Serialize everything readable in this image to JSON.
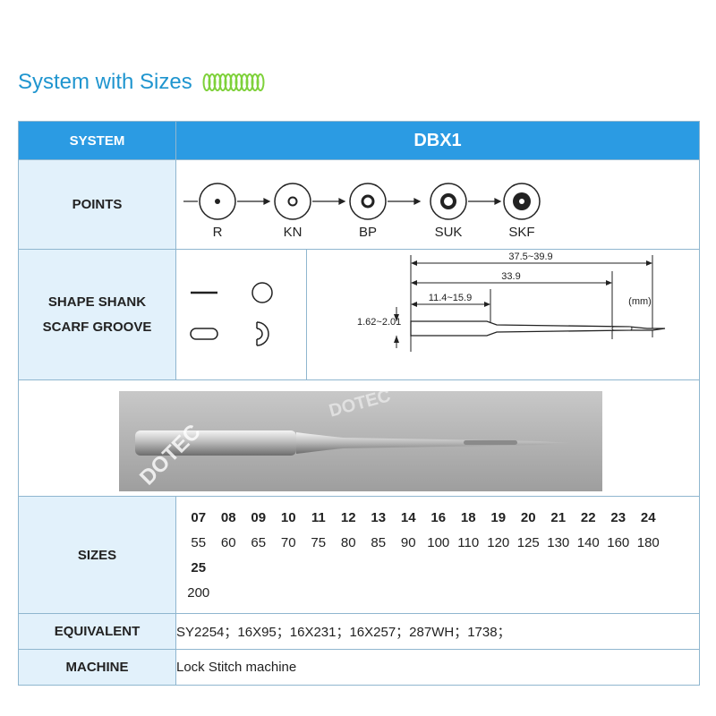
{
  "heading": "System with Sizes",
  "table": {
    "system_label": "SYSTEM",
    "system_value": "DBX1",
    "points_label": "POINTS",
    "points": [
      "R",
      "KN",
      "BP",
      "SUK",
      "SKF"
    ],
    "shape_label_1": "SHAPE SHANK",
    "shape_label_2": "SCARF GROOVE",
    "dims": {
      "total": "37.5~39.9",
      "mid": "33.9",
      "short": "11.4~15.9",
      "dia": "1.62~2.01",
      "unit": "(mm)"
    },
    "photo_watermark": "DOTEC",
    "sizes_label": "SIZES",
    "sizes_top": [
      "07",
      "08",
      "09",
      "10",
      "11",
      "12",
      "13",
      "14",
      "16",
      "18",
      "19",
      "20",
      "21",
      "22",
      "23",
      "24",
      "25"
    ],
    "sizes_bottom": [
      "55",
      "60",
      "65",
      "70",
      "75",
      "80",
      "85",
      "90",
      "100",
      "110",
      "120",
      "125",
      "130",
      "140",
      "160",
      "180",
      "200"
    ],
    "equivalent_label": "EQUIVALENT",
    "equivalent_value": "SY2254；16X95；16X231；16X257；287WH；1738；",
    "machine_label": "MACHINE",
    "machine_value": "Lock Stitch machine"
  },
  "colors": {
    "accent": "#2b9be3",
    "heading": "#1f95cf",
    "label_bg": "#e2f1fb",
    "spring": "#7ed13a"
  }
}
